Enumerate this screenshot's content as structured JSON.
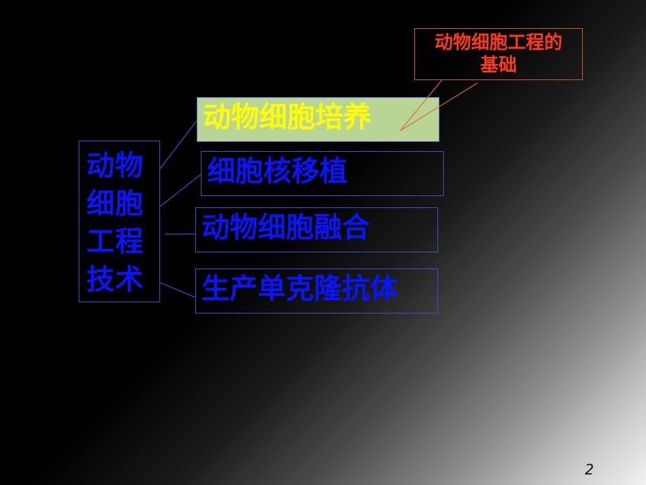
{
  "slide": {
    "page_number": "2",
    "root": {
      "lines": [
        "动物",
        "细胞",
        "工程",
        "技术"
      ],
      "text": "动物细胞工程技术"
    },
    "branches": [
      {
        "label": "动物细胞培养",
        "highlighted": true
      },
      {
        "label": "细胞核移植",
        "highlighted": false
      },
      {
        "label": "动物细胞融合",
        "highlighted": false
      },
      {
        "label": "生产单克隆抗体",
        "highlighted": false
      }
    ],
    "callout": {
      "text": "动物细胞工程的基础",
      "line1": "动物细胞工程的",
      "line2": "基础"
    },
    "colors": {
      "branch_text": "#0a14ff",
      "highlight_fill": "#b9d595",
      "highlight_text": "#ffff00",
      "callout_text": "#ff3a14",
      "callout_border": "#d45a1a",
      "connector": "#3a55c8"
    }
  }
}
